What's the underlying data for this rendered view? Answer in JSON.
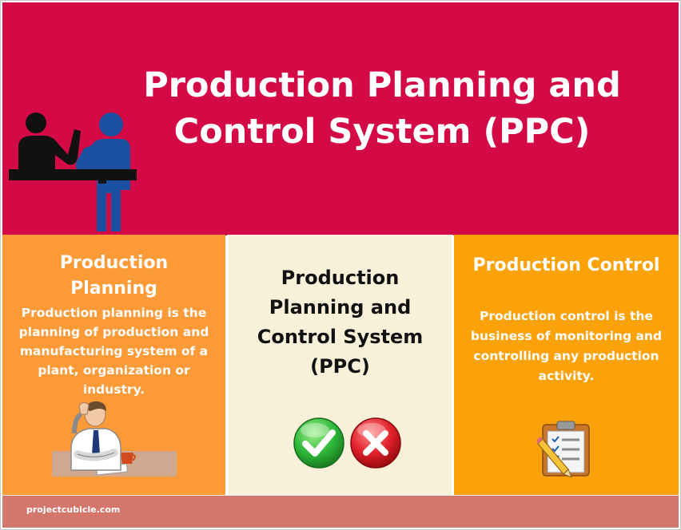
{
  "header": {
    "title": "Production Planning and Control System (PPC)",
    "icon": "reception-desk-people-icon"
  },
  "left_panel": {
    "title": "Production Planning",
    "text": "Production planning is the planning of production and manufacturing system of a plant, organization or industry.",
    "icon": "stressed-worker-desk-icon"
  },
  "middle_panel": {
    "title": "Production Planning and Control System (PPC)",
    "icons": [
      "green-check-icon",
      "red-x-icon"
    ]
  },
  "right_panel": {
    "title": "Production Control",
    "text": "Production control is the business of monitoring and controlling any production activity.",
    "icon": "clipboard-checklist-pencil-icon"
  },
  "footer": {
    "site": "projectcubicle.com"
  },
  "colors": {
    "header_bg": "#d30a45",
    "left_bg": "#fb9a37",
    "middle_bg": "#f8f0d8",
    "right_bg": "#fba20a",
    "footer_bg": "#d3766c"
  }
}
